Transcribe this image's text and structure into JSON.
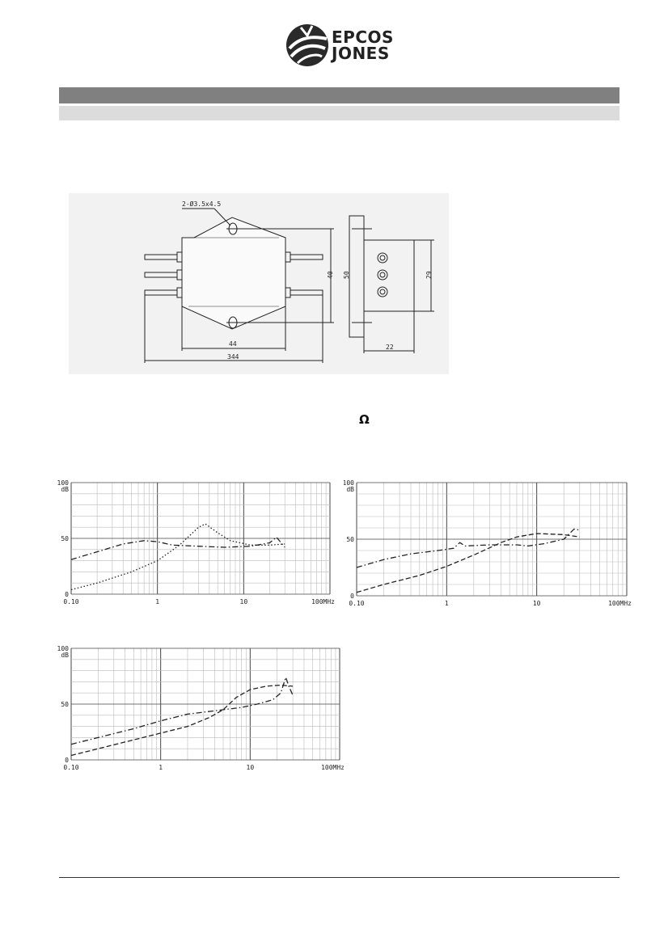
{
  "logo": {
    "line1": "EPCOS",
    "line2": "JONES"
  },
  "drawing": {
    "hole_label": "2-Ø3.5x4.5",
    "dim_width_inner": "44",
    "dim_width_total": "344",
    "dim_height_40": "40",
    "dim_height_50": "50",
    "dim_height_29": "29",
    "dim_depth_22": "22"
  },
  "impedance_symbol": "Ω",
  "chart_data": [
    {
      "type": "line",
      "x_scale": "log",
      "xlim": [
        0.1,
        100
      ],
      "ylim": [
        0,
        100
      ],
      "ylabel": "dB",
      "xticks": [
        "0.10",
        "1",
        "10",
        "100MHz"
      ],
      "yticks": [
        "0",
        "50",
        "100"
      ],
      "grid": true,
      "series": [
        {
          "style": "dash-dot",
          "points": [
            [
              0.1,
              31
            ],
            [
              0.2,
              38
            ],
            [
              0.4,
              45
            ],
            [
              0.7,
              48
            ],
            [
              1,
              47
            ],
            [
              1.5,
              44
            ],
            [
              3,
              43
            ],
            [
              6,
              42
            ],
            [
              12,
              43
            ],
            [
              20,
              46
            ],
            [
              24,
              51
            ],
            [
              30,
              42
            ]
          ]
        },
        {
          "style": "dotted",
          "points": [
            [
              0.1,
              4
            ],
            [
              0.2,
              10
            ],
            [
              0.5,
              20
            ],
            [
              1,
              30
            ],
            [
              1.8,
              44
            ],
            [
              3,
              60
            ],
            [
              3.6,
              63
            ],
            [
              5,
              55
            ],
            [
              7,
              48
            ],
            [
              12,
              44
            ],
            [
              20,
              44
            ],
            [
              30,
              45
            ]
          ]
        }
      ]
    },
    {
      "type": "line",
      "x_scale": "log",
      "xlim": [
        0.1,
        100
      ],
      "ylim": [
        0,
        100
      ],
      "ylabel": "dB",
      "xticks": [
        "0.10",
        "1",
        "10",
        "100MHz"
      ],
      "yticks": [
        "0",
        "50",
        "100"
      ],
      "grid": true,
      "series": [
        {
          "style": "dash-dot",
          "points": [
            [
              0.1,
              25
            ],
            [
              0.2,
              32
            ],
            [
              0.4,
              37
            ],
            [
              0.8,
              40
            ],
            [
              1.2,
              42
            ],
            [
              1.4,
              47
            ],
            [
              1.6,
              44
            ],
            [
              3,
              45
            ],
            [
              6,
              45
            ],
            [
              8,
              44
            ],
            [
              12,
              46
            ],
            [
              20,
              50
            ],
            [
              26,
              59
            ],
            [
              30,
              58
            ]
          ]
        },
        {
          "style": "dashed",
          "points": [
            [
              0.1,
              3
            ],
            [
              0.2,
              10
            ],
            [
              0.5,
              18
            ],
            [
              1,
              26
            ],
            [
              2,
              36
            ],
            [
              4,
              47
            ],
            [
              6,
              52
            ],
            [
              10,
              55
            ],
            [
              20,
              54
            ],
            [
              30,
              52
            ]
          ]
        }
      ]
    },
    {
      "type": "line",
      "x_scale": "log",
      "xlim": [
        0.1,
        100
      ],
      "ylim": [
        0,
        100
      ],
      "ylabel": "dB",
      "xticks": [
        "0.10",
        "1",
        "10",
        "100MHz"
      ],
      "yticks": [
        "0",
        "50",
        "100"
      ],
      "grid": true,
      "series": [
        {
          "style": "dash-dot",
          "points": [
            [
              0.1,
              14
            ],
            [
              0.2,
              20
            ],
            [
              0.5,
              28
            ],
            [
              1,
              35
            ],
            [
              2,
              41
            ],
            [
              4,
              44
            ],
            [
              8,
              47
            ],
            [
              12,
              50
            ],
            [
              18,
              54
            ],
            [
              22,
              60
            ],
            [
              25,
              74
            ],
            [
              27,
              66
            ],
            [
              30,
              58
            ]
          ]
        },
        {
          "style": "dashed",
          "points": [
            [
              0.1,
              4
            ],
            [
              0.2,
              10
            ],
            [
              0.5,
              18
            ],
            [
              1,
              24
            ],
            [
              2,
              30
            ],
            [
              3.5,
              38
            ],
            [
              5,
              45
            ],
            [
              7,
              56
            ],
            [
              10,
              63
            ],
            [
              15,
              66
            ],
            [
              22,
              67
            ],
            [
              30,
              66
            ]
          ]
        }
      ]
    }
  ]
}
